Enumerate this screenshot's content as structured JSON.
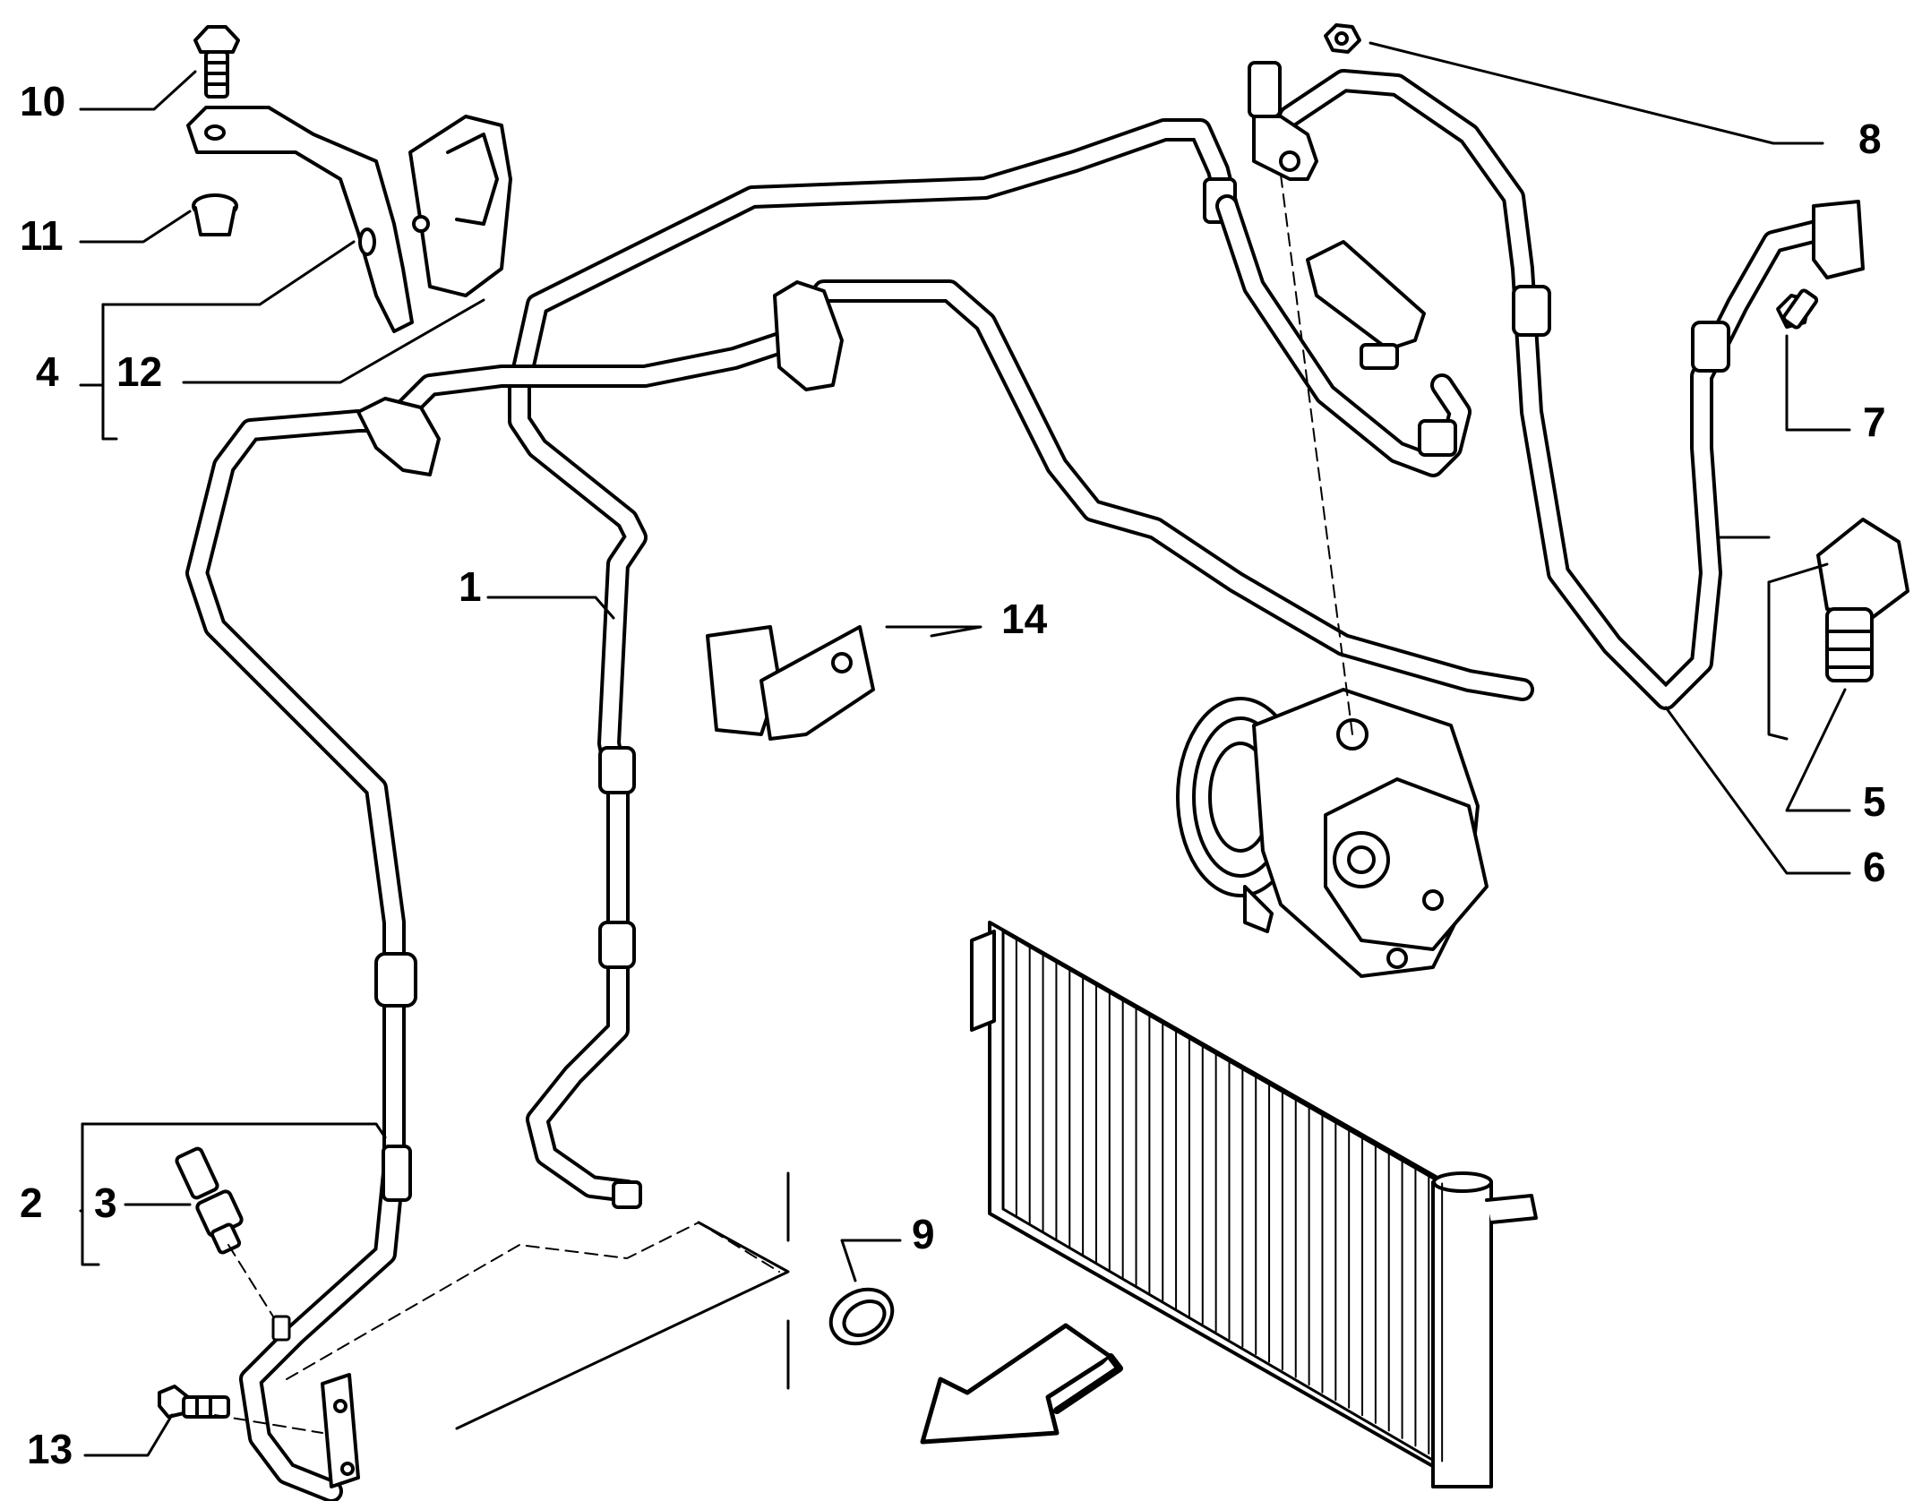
{
  "colors": {
    "line": "#000000",
    "background": "#ffffff"
  },
  "callouts": [
    {
      "id": "c10",
      "label": "10"
    },
    {
      "id": "c11",
      "label": "11"
    },
    {
      "id": "c4",
      "label": "4"
    },
    {
      "id": "c12",
      "label": "12"
    },
    {
      "id": "c1",
      "label": "1"
    },
    {
      "id": "c14",
      "label": "14"
    },
    {
      "id": "c8",
      "label": "8"
    },
    {
      "id": "c7",
      "label": "7"
    },
    {
      "id": "c5",
      "label": "5"
    },
    {
      "id": "c6",
      "label": "6"
    },
    {
      "id": "c2",
      "label": "2"
    },
    {
      "id": "c3",
      "label": "3"
    },
    {
      "id": "c9",
      "label": "9"
    },
    {
      "id": "c13",
      "label": "13"
    }
  ]
}
